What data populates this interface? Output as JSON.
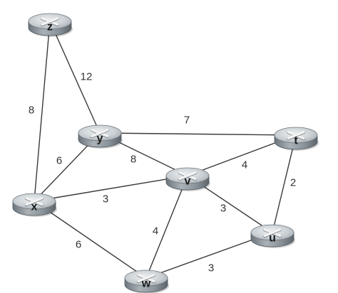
{
  "routers": [
    {
      "id": "z",
      "label": "z"
    },
    {
      "id": "y",
      "label": "y"
    },
    {
      "id": "t",
      "label": "t"
    },
    {
      "id": "v",
      "label": "v"
    },
    {
      "id": "x",
      "label": "x"
    },
    {
      "id": "u",
      "label": "u"
    },
    {
      "id": "w",
      "label": "w"
    }
  ],
  "links": [
    {
      "from": "z",
      "to": "x",
      "cost": "8"
    },
    {
      "from": "z",
      "to": "y",
      "cost": "12"
    },
    {
      "from": "y",
      "to": "t",
      "cost": "7"
    },
    {
      "from": "y",
      "to": "v",
      "cost": "8"
    },
    {
      "from": "y",
      "to": "x",
      "cost": "6"
    },
    {
      "from": "x",
      "to": "v",
      "cost": "3"
    },
    {
      "from": "v",
      "to": "t",
      "cost": "4"
    },
    {
      "from": "t",
      "to": "u",
      "cost": "2"
    },
    {
      "from": "v",
      "to": "u",
      "cost": "3"
    },
    {
      "from": "v",
      "to": "w",
      "cost": "4"
    },
    {
      "from": "x",
      "to": "w",
      "cost": "6"
    },
    {
      "from": "w",
      "to": "u",
      "cost": "3"
    }
  ],
  "colors": {
    "link": "#3a3a3a",
    "router_top": "#dfe3e6",
    "router_body": "#8c959c",
    "router_shade": "#5f676e",
    "label": "#1a1a1a"
  }
}
